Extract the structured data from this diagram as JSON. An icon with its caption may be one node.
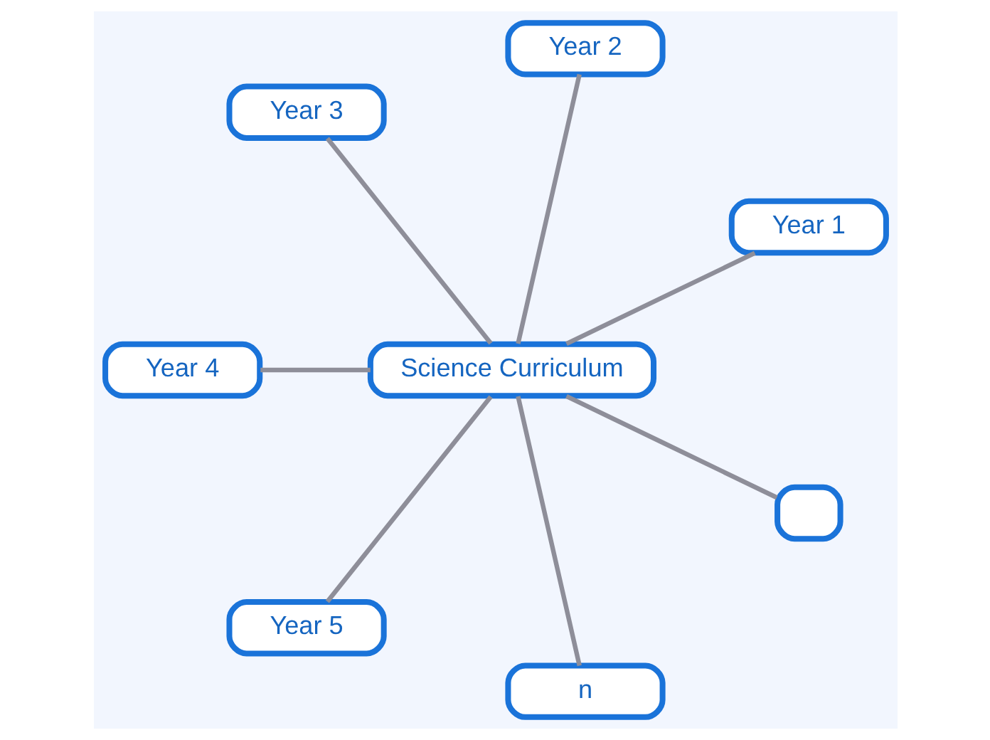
{
  "diagram": {
    "nodes": [
      {
        "text": [
          "Science Curriculum"
        ]
      },
      {
        "text": [
          "Year 1"
        ]
      },
      {
        "text": [
          "Year 2"
        ]
      },
      {
        "text": [
          "Year 3"
        ]
      },
      {
        "text": [
          "Year 4"
        ]
      },
      {
        "text": [
          "Year 5"
        ]
      },
      {
        "text": [
          "n"
        ]
      },
      {
        "text": [],
        "shape": "box"
      }
    ],
    "edges": [
      {
        "from": 0,
        "to": 6,
        "arrow": "none"
      },
      {
        "from": 0,
        "to": 1,
        "arrow": "none"
      },
      {
        "from": 0,
        "to": 2,
        "arrow": "none"
      },
      {
        "from": 0,
        "to": 3,
        "arrow": "none"
      },
      {
        "from": 0,
        "to": 4,
        "arrow": "none"
      },
      {
        "from": 0,
        "to": 5,
        "arrow": "none"
      },
      {
        "from": 0,
        "to": 7,
        "arrow": "none"
      }
    ]
  }
}
